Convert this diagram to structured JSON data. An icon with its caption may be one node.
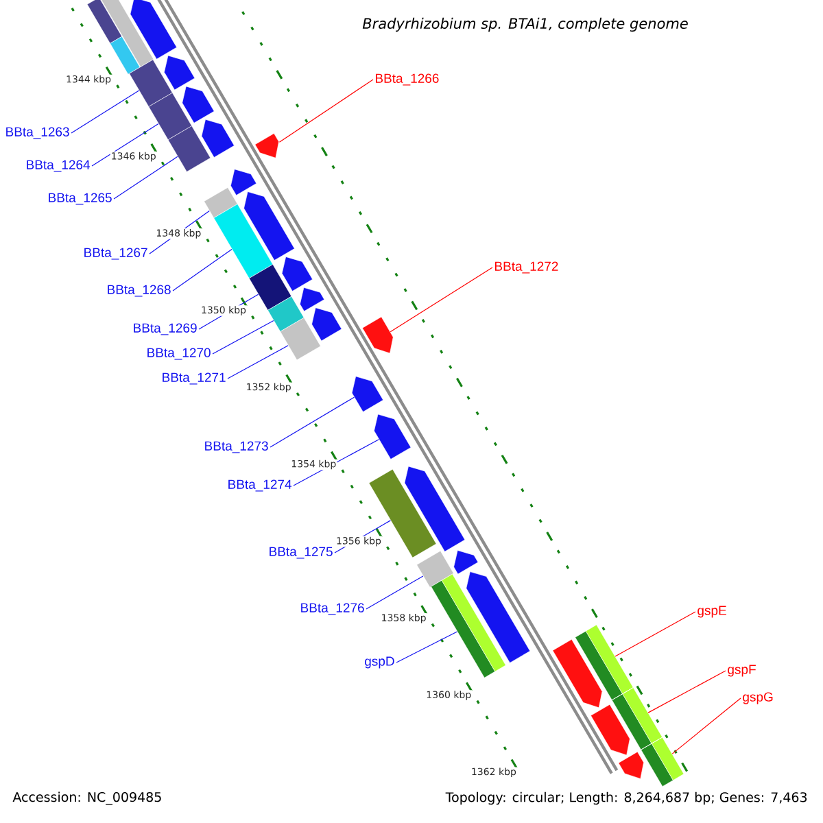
{
  "diagram": {
    "title": "Bradyrhizobium sp. BTAi1, complete genome",
    "nodes": [
      {
        "text": [
          "BBta_1263"
        ]
      },
      {
        "text": [
          "BBta_1264"
        ]
      },
      {
        "text": [
          "BBta_1265"
        ]
      },
      {
        "text": [
          "BBta_1266"
        ]
      },
      {
        "text": [
          "BBta_1267"
        ]
      },
      {
        "text": [
          "BBta_1268"
        ]
      },
      {
        "text": [
          "BBta_1269"
        ]
      },
      {
        "text": [
          "BBta_1270"
        ]
      },
      {
        "text": [
          "BBta_1271"
        ]
      },
      {
        "text": [
          "BBta_1272"
        ]
      },
      {
        "text": [
          "BBta_1273"
        ]
      },
      {
        "text": [
          "BBta_1274"
        ]
      },
      {
        "text": [
          "BBta_1275"
        ]
      },
      {
        "text": [
          "BBta_1276"
        ]
      },
      {
        "text": [
          "gspD"
        ]
      },
      {
        "text": [
          "gspE"
        ]
      },
      {
        "text": [
          "gspF"
        ]
      },
      {
        "text": [
          "gspG"
        ]
      },
      {
        "text": [],
        "shape": "box"
      },
      {
        "text": [],
        "shape": "box"
      },
      {
        "text": [],
        "shape": "arrow"
      },
      {
        "text": [],
        "shape": "box"
      },
      {
        "text": [],
        "shape": "box"
      },
      {
        "text": [],
        "shape": "arrow"
      },
      {
        "text": [],
        "shape": "box"
      },
      {
        "text": [],
        "shape": "arrow"
      },
      {
        "text": [],
        "shape": "box"
      },
      {
        "text": [],
        "shape": "arrow"
      },
      {
        "text": [],
        "shape": "arrow"
      },
      {
        "text": [],
        "shape": "arrow"
      },
      {
        "text": [],
        "shape": "box"
      },
      {
        "text": [],
        "shape": "arrow"
      },
      {
        "text": [],
        "shape": "box"
      },
      {
        "text": [],
        "shape": "box"
      },
      {
        "text": [],
        "shape": "arrow"
      },
      {
        "text": [],
        "shape": "arrow"
      },
      {
        "text": [],
        "shape": "box"
      },
      {
        "text": [],
        "shape": "arrow"
      },
      {
        "text": [],
        "shape": "box"
      },
      {
        "text": [],
        "shape": "arrow"
      },
      {
        "text": [],
        "shape": "arrow"
      },
      {
        "text": [],
        "shape": "arrow"
      },
      {
        "text": [],
        "shape": "box"
      },
      {
        "text": [],
        "shape": "arrow"
      },
      {
        "text": [],
        "shape": "box"
      },
      {
        "text": [],
        "shape": "arrow"
      },
      {
        "text": [],
        "shape": "box"
      },
      {
        "text": [],
        "shape": "arrow"
      },
      {
        "text": [],
        "shape": "arrow"
      },
      {
        "text": [],
        "shape": "box"
      },
      {
        "text": [],
        "shape": "box"
      },
      {
        "text": [],
        "shape": "arrow"
      },
      {
        "text": [],
        "shape": "arrow"
      },
      {
        "text": [],
        "shape": "box"
      }
    ],
    "edges": [
      {
        "from": 0,
        "to": 22,
        "arrow": "none"
      },
      {
        "from": 1,
        "to": 24,
        "arrow": "none"
      },
      {
        "from": 2,
        "to": 26,
        "arrow": "none"
      },
      {
        "from": 3,
        "to": 28,
        "arrow": "none",
        "color": "#ff0000"
      },
      {
        "from": 4,
        "to": 30,
        "arrow": "none"
      },
      {
        "from": 5,
        "to": 32,
        "arrow": "none"
      },
      {
        "from": 6,
        "to": 33,
        "arrow": "none"
      },
      {
        "from": 7,
        "to": 36,
        "arrow": "none"
      },
      {
        "from": 8,
        "to": 38,
        "arrow": "none"
      },
      {
        "from": 9,
        "to": 39,
        "arrow": "none",
        "color": "#ff0000"
      },
      {
        "from": 10,
        "to": 40,
        "arrow": "none"
      },
      {
        "from": 11,
        "to": 41,
        "arrow": "none"
      },
      {
        "from": 12,
        "to": 42,
        "arrow": "none"
      },
      {
        "from": 13,
        "to": 44,
        "arrow": "none"
      },
      {
        "from": 14,
        "to": 46,
        "arrow": "none"
      },
      {
        "from": 15,
        "to": 49,
        "arrow": "none",
        "color": "#ff0000"
      },
      {
        "from": 16,
        "to": 50,
        "arrow": "none",
        "color": "#ff0000"
      },
      {
        "from": 17,
        "to": 53,
        "arrow": "none",
        "color": "#ff0000"
      }
    ],
    "labels": [
      "1344 kbp",
      "1346 kbp",
      "1348 kbp",
      "1350 kbp",
      "1352 kbp",
      "1354 kbp",
      "1356 kbp",
      "1358 kbp",
      "1360 kbp",
      "1362 kbp",
      "Accession: NC_009485",
      "Topology: circular; Length: 8,264,687 bp; Genes: 7,463"
    ]
  }
}
